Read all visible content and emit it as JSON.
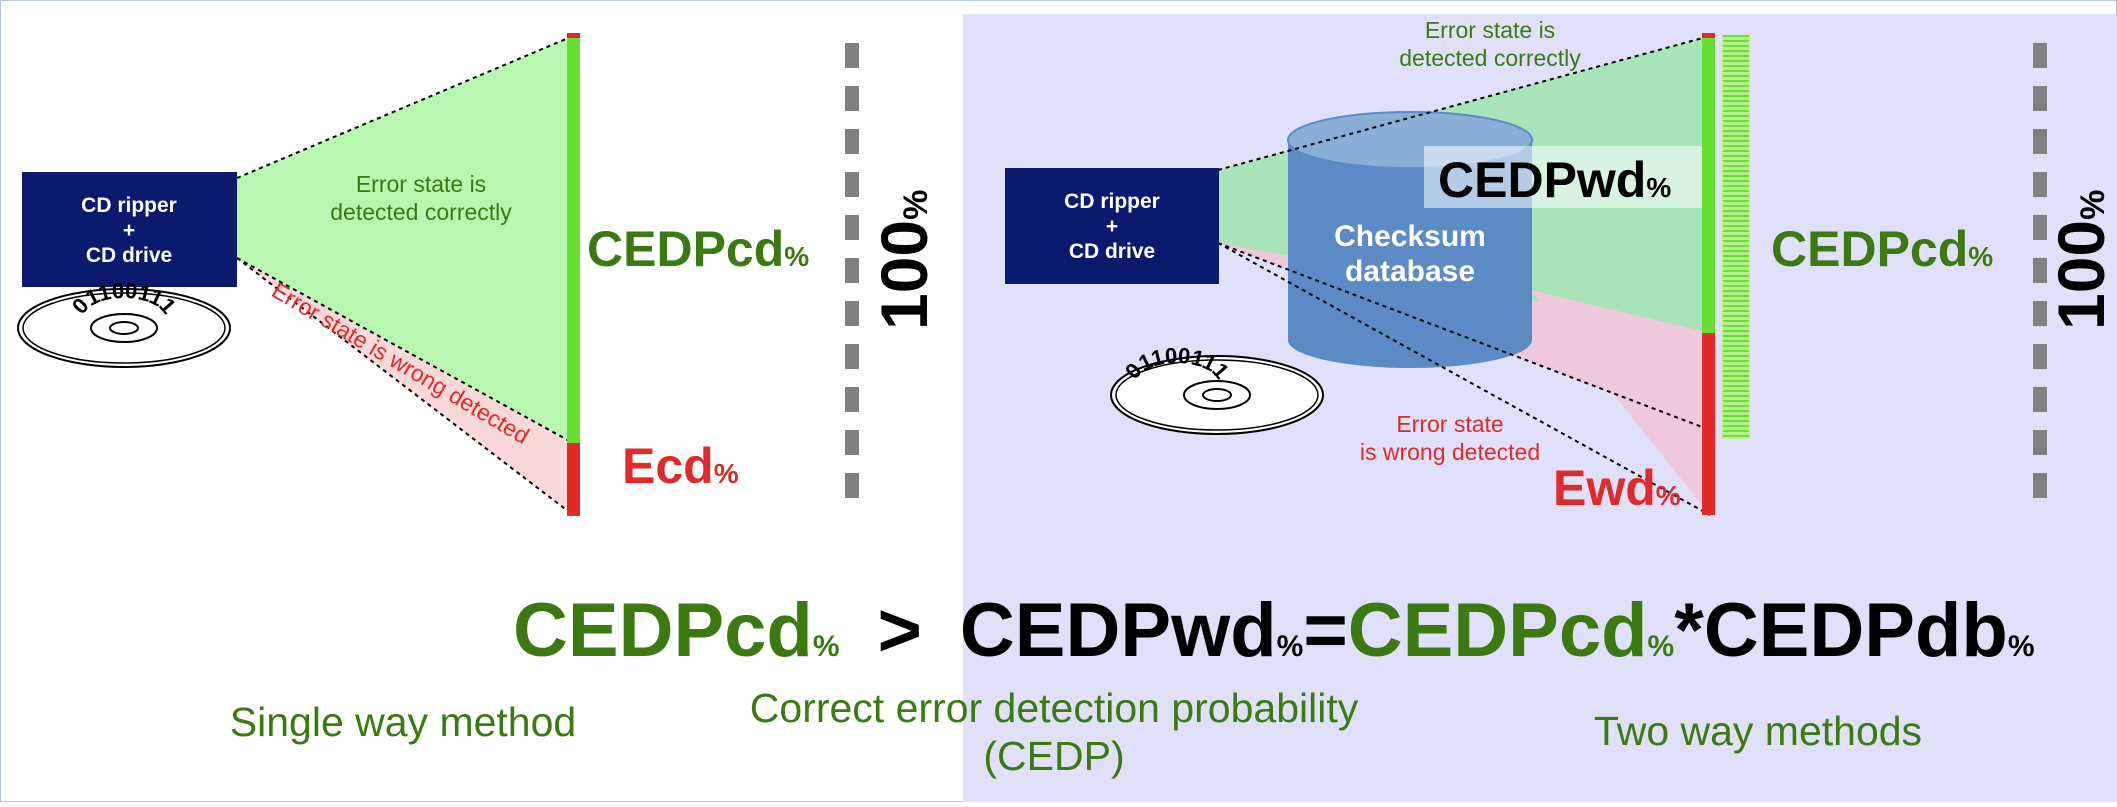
{
  "colors": {
    "panel_bg": "#e0e0fa",
    "navy": "#0c1a6e",
    "green_text": "#3a7a10",
    "red_text": "#e02a2a",
    "bar_green": "#66e033",
    "bar_red": "#e32a2a",
    "cone_green": "#b8f7b0",
    "cone_red": "#f8d8d8",
    "cylinder": "#5b8ac4",
    "gray": "#808080"
  },
  "left": {
    "box_line1": "CD ripper",
    "box_line2": "+",
    "box_line3": "CD drive",
    "disc_text": "01100111",
    "correct_line1": "Error state is",
    "correct_line2": "detected correctly",
    "wrong_text": "Error state is wrong detected",
    "cedp_main": "CEDPcd",
    "cedp_pct": "%",
    "e_main": "Ecd",
    "e_pct": "%",
    "hundred": "100",
    "hundred_pct": "%",
    "method": "Single way method"
  },
  "right": {
    "box_line1": "CD ripper",
    "box_line2": "+",
    "box_line3": "CD drive",
    "disc_text": "01100111",
    "db_line1": "Checksum",
    "db_line2": "database",
    "correct_line1": "Error state is",
    "correct_line2": "detected correctly",
    "wrong_line1": "Error state",
    "wrong_line2": "is wrong detected",
    "wd_main": "CEDPwd",
    "wd_pct": "%",
    "cedp_main": "CEDPcd",
    "cedp_pct": "%",
    "e_main": "Ewd",
    "e_pct": "%",
    "hundred": "100",
    "hundred_pct": "%",
    "method": "Two way methods"
  },
  "formula": {
    "a": "CEDPcd",
    "a_pct": "%",
    "gt": ">",
    "b": "CEDPwd",
    "b_pct": "%",
    "eq": "=",
    "c": "CEDPcd",
    "c_pct": "%",
    "star": "*",
    "d": "CEDPdb",
    "d_pct": "%"
  },
  "center_label": {
    "line1": "Correct error detection probability",
    "line2": "(CEDP)"
  }
}
